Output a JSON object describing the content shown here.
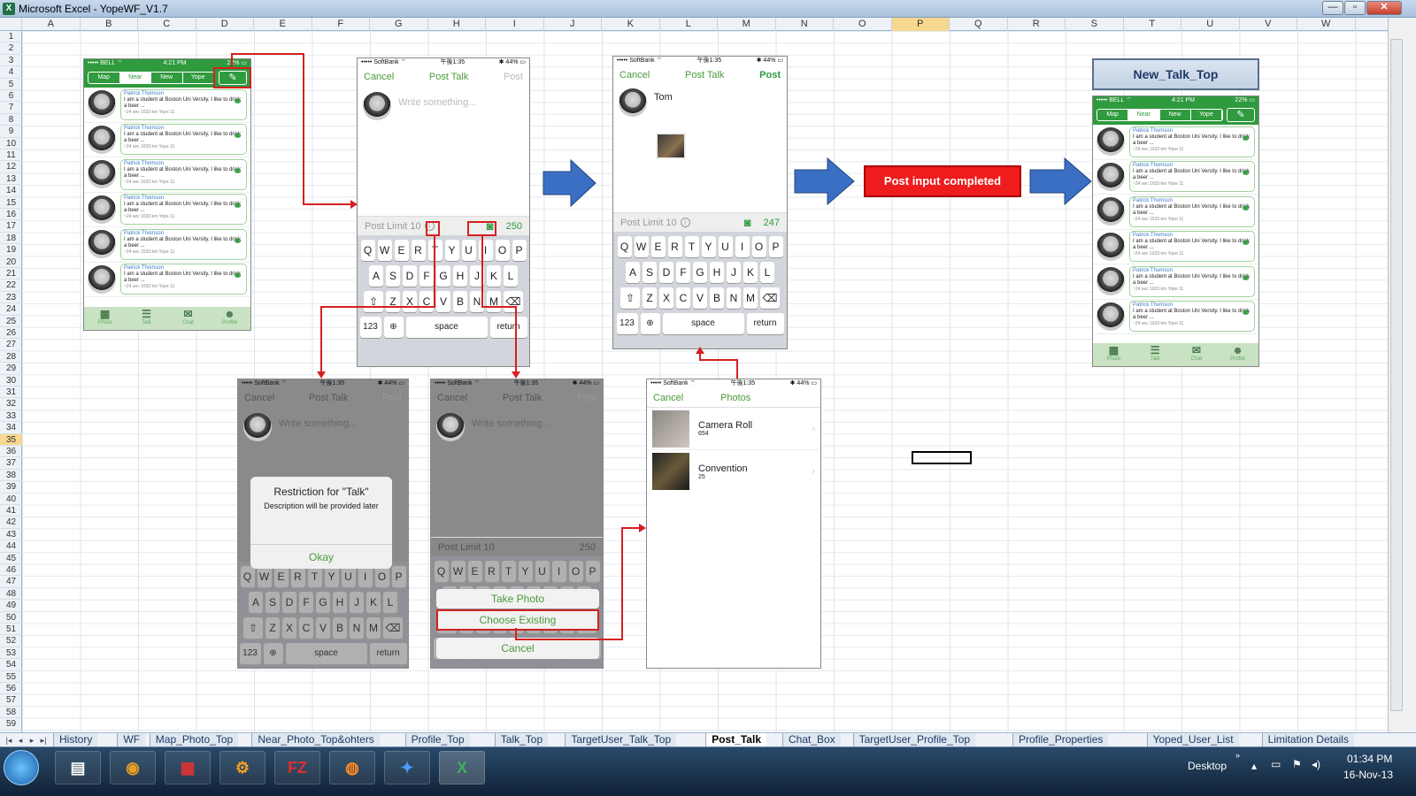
{
  "window": {
    "title": "Microsoft Excel - YopeWF_V1.7",
    "app_icon": "X",
    "min_label": "—",
    "max_label": "▫",
    "close_label": "✕"
  },
  "columns": [
    "A",
    "B",
    "C",
    "D",
    "E",
    "F",
    "G",
    "H",
    "I",
    "J",
    "K",
    "L",
    "M",
    "N",
    "O",
    "P",
    "Q",
    "R",
    "S",
    "T",
    "U",
    "V",
    "W"
  ],
  "selected_column": "P",
  "selected_row": "35",
  "phone1": {
    "status_left": "••••• BELL ⌔",
    "status_time": "4:21 PM",
    "status_right": "22% ▭",
    "segments": [
      "Map",
      "Near",
      "New",
      "Yope"
    ],
    "rows": [
      {
        "name": "Patrick Thomson",
        "text": "I am a student at Boston Uni Versity. I like to drink a beer ...",
        "meta": "~24 sec    1633 km    Yope 11"
      }
    ],
    "tabbar": [
      "Photo",
      "Talk",
      "Chat",
      "Profile"
    ]
  },
  "post_talk_main": {
    "status_left": "••••• SoftBank ⌔",
    "status_time": "午後1:35",
    "status_right": "✱ 44% ▭",
    "cancel": "Cancel",
    "title": "Post Talk",
    "post": "Post",
    "placeholder": "Write something...",
    "limit_label": "Post Limit 10",
    "count": "250",
    "keys_row1": [
      "Q",
      "W",
      "E",
      "R",
      "T",
      "Y",
      "U",
      "I",
      "O",
      "P"
    ],
    "keys_row2": [
      "A",
      "S",
      "D",
      "F",
      "G",
      "H",
      "J",
      "K",
      "L"
    ],
    "keys_row3": [
      "Z",
      "X",
      "C",
      "V",
      "B",
      "N",
      "M"
    ],
    "key_123": "123",
    "key_space": "space",
    "key_return": "return"
  },
  "post_talk_filled": {
    "cancel": "Cancel",
    "title": "Post Talk",
    "post": "Post",
    "user": "Tom",
    "limit_label": "Post Limit 10",
    "count": "247"
  },
  "arrow_label": "Post input completed",
  "new_talk_top": {
    "label": "New_Talk_Top",
    "segments": [
      "Map",
      "Near",
      "New",
      "Yope"
    ]
  },
  "restriction": {
    "title": "Restriction for \"Talk\"",
    "desc": "Description will be provided later",
    "ok": "Okay"
  },
  "photo_sheet": {
    "take": "Take Photo",
    "choose": "Choose Existing",
    "cancel": "Cancel"
  },
  "photos": {
    "cancel": "Cancel",
    "title": "Photos",
    "albums": [
      {
        "name": "Camera Roll",
        "count": "654"
      },
      {
        "name": "Convention",
        "count": "25"
      }
    ]
  },
  "sheet_tabs": [
    "History",
    "WF",
    "Map_Photo_Top",
    "Near_Photo_Top&ohters",
    "Profile_Top",
    "Talk_Top",
    "TargetUser_Talk_Top",
    "Post_Talk",
    "Chat_Box",
    "TargetUser_Profile_Top",
    "Profile_Properties",
    "Yoped_User_List",
    "Limitation Details"
  ],
  "active_tab": "Post_Talk",
  "taskbar": {
    "desktop": "Desktop",
    "time": "01:34 PM",
    "date": "16-Nov-13"
  },
  "colors": {
    "green": "#2f9a3e",
    "red": "#d62020",
    "blue": "#2e63b8"
  }
}
